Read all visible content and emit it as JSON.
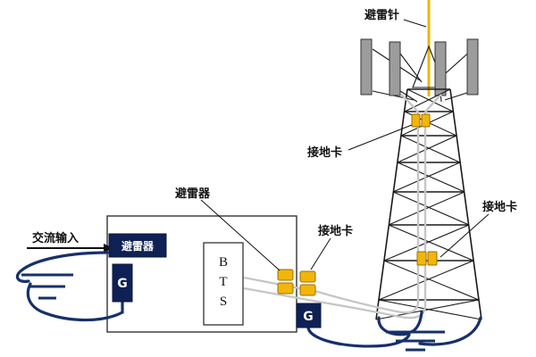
{
  "diagram": {
    "description": "Lightning protection and grounding diagram for a BTS base station and antenna tower",
    "labels": {
      "lightning_rod": "避雷针",
      "ground_clamp_tower_top": "接地卡",
      "ground_clamp_tower_bottom": "接地卡",
      "ground_clamp_bts": "接地卡",
      "arrester_pointer": "避雷器",
      "ac_input": "交流输入",
      "arrester_box": "避雷器",
      "g_box_left": "G",
      "g_box_right": "G",
      "bts": [
        "B",
        "T",
        "S"
      ]
    },
    "colors": {
      "rod_yellow": "#E8B800",
      "clamp_yellow": "#F2B50A",
      "cable_navy": "#16306A",
      "box_navy": "#0F2054",
      "feeder_gray": "#C6C6C6",
      "antenna_gray": "#9C9C9C"
    }
  }
}
